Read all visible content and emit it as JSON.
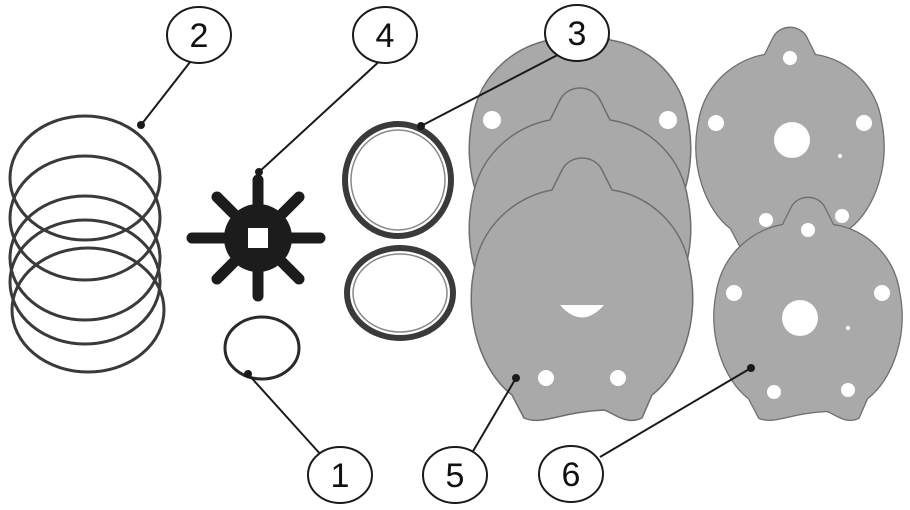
{
  "diagram": {
    "callouts": [
      {
        "id": "2",
        "label": "2"
      },
      {
        "id": "4",
        "label": "4"
      },
      {
        "id": "3",
        "label": "3"
      },
      {
        "id": "1",
        "label": "1"
      },
      {
        "id": "5",
        "label": "5"
      },
      {
        "id": "6",
        "label": "6"
      }
    ],
    "colors": {
      "outline": "#1a1a1a",
      "plate_fill": "#a9a9a9",
      "impeller": "#1c1c1c",
      "ring_dark": "#3a3a3a"
    }
  }
}
